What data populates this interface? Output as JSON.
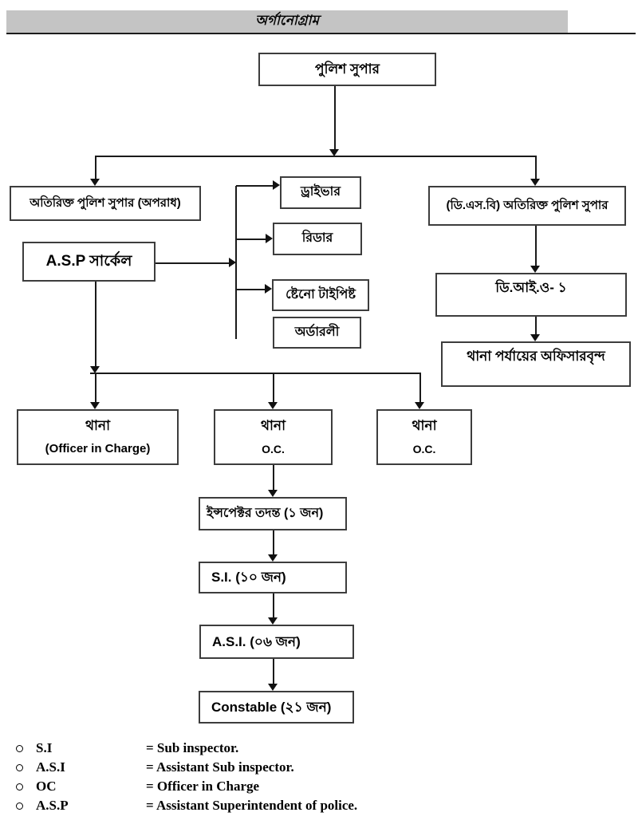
{
  "page": {
    "title": "অর্গানোগ্রাম"
  },
  "nodes": {
    "police_super": "পুলিশ সুপার",
    "addl_sp_crime": "অতিরিক্ত পুলিশ সুপার (অপরাধ)",
    "asp_circle": "A.S.P সার্কেল",
    "driver": "ড্রাইভার",
    "reader": "রিডার",
    "steno_typist": "ষ্টেনো টাইপিষ্ট",
    "orderly": "অর্ডারলী",
    "dsb_addl_sp": "(ডি.এস.বি) অতিরিক্ত পুলিশ সুপার",
    "dio_1": "ডি.আই.ও- ১",
    "thana_level_officers": "থানা পর্যায়ের অফিসারবৃন্দ",
    "thana1_title": "থানা",
    "thana1_sub": "(Officer in Charge)",
    "thana2_title": "থানা",
    "thana2_sub": "O.C.",
    "thana3_title": "থানা",
    "thana3_sub": "O.C.",
    "inspector_investigation": "ইন্সপেক্টর তদন্ত (১ জন)",
    "si": "S.I. (১০ জন)",
    "asi": "A.S.I. (০৬ জন)",
    "constable": "Constable (২১ জন)"
  },
  "legend": {
    "items": [
      {
        "term": "S.I",
        "definition": "= Sub inspector."
      },
      {
        "term": "A.S.I",
        "definition": "= Assistant Sub inspector."
      },
      {
        "term": "OC",
        "definition": "= Officer in Charge"
      },
      {
        "term": "A.S.P",
        "definition": "= Assistant Superintendent of police."
      }
    ]
  },
  "colors": {
    "header_bg": "#c4c4c4",
    "line": "#1a1a1a",
    "box_border": "#3d3d3d"
  }
}
